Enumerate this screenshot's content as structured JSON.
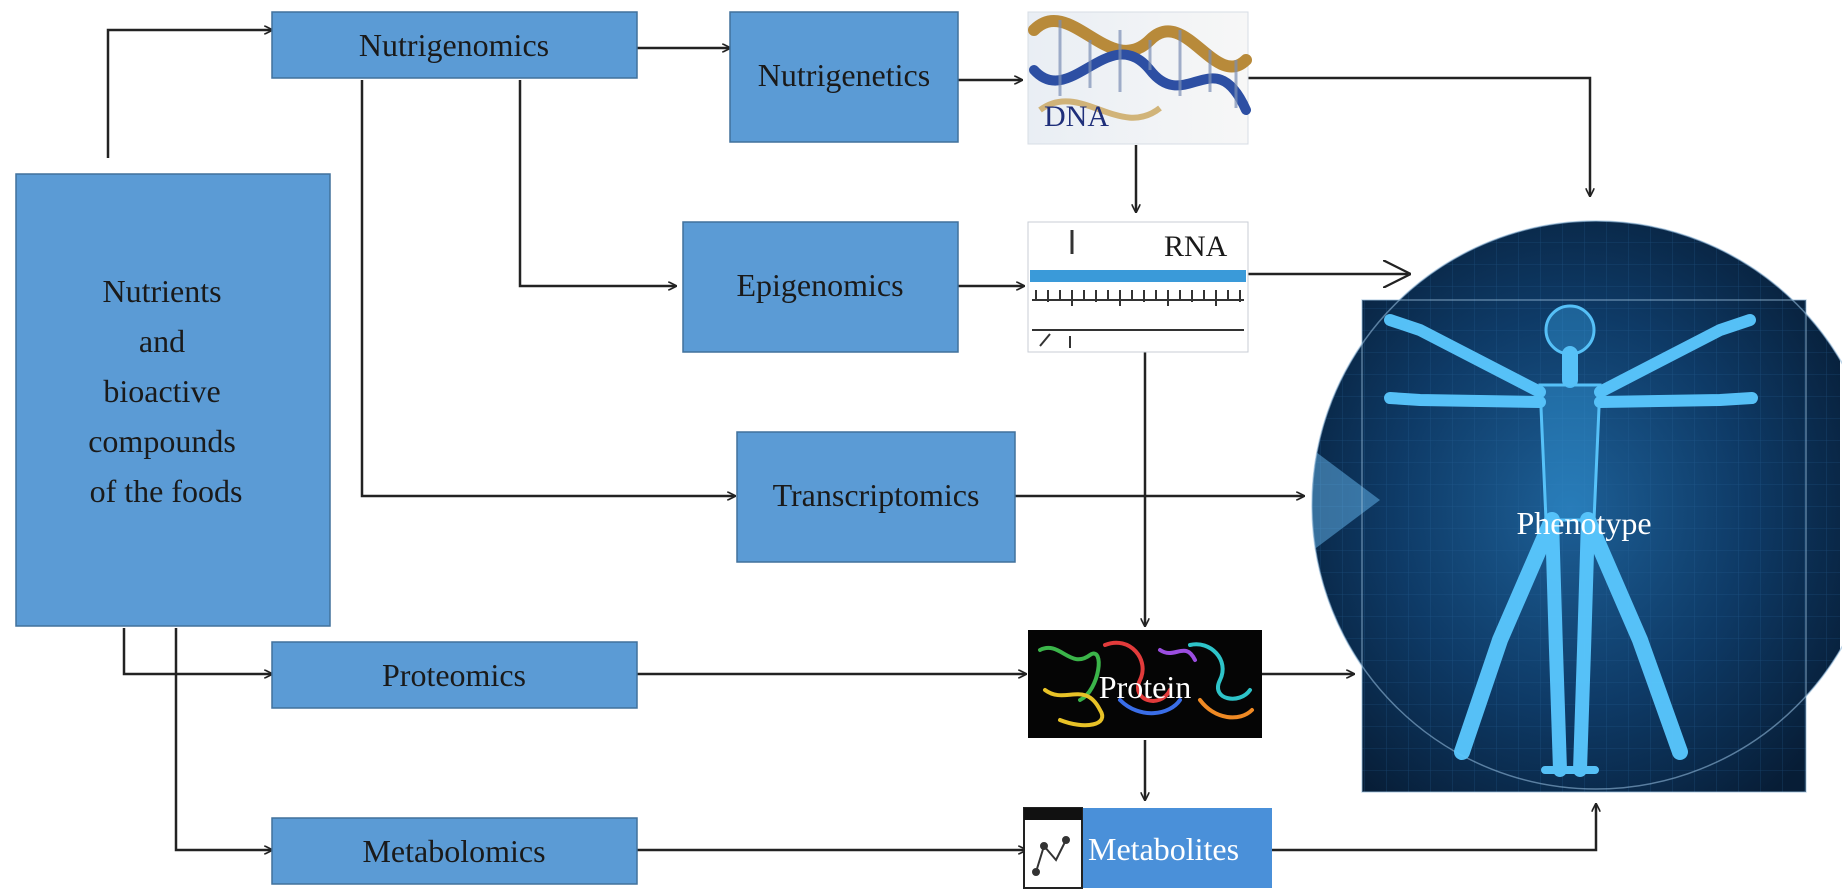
{
  "source_box": {
    "lines": [
      "Nutrients",
      "and",
      "bioactive",
      "compounds",
      "of the foods"
    ]
  },
  "omics": {
    "nutrigenomics": "Nutrigenomics",
    "nutrigenetics": "Nutrigenetics",
    "epigenomics": "Epigenomics",
    "transcriptomics": "Transcriptomics",
    "proteomics": "Proteomics",
    "metabolomics": "Metabolomics"
  },
  "molecules": {
    "dna": "DNA",
    "rna": "RNA",
    "protein": "Protein",
    "metabolites": "Metabolites"
  },
  "outcome": {
    "phenotype": "Phenotype"
  },
  "colors": {
    "box_fill": "#5b9bd5",
    "box_stroke": "#41719c",
    "phenotype_background": "#0b2a4a",
    "figure_glow": "#3fb6ff"
  }
}
